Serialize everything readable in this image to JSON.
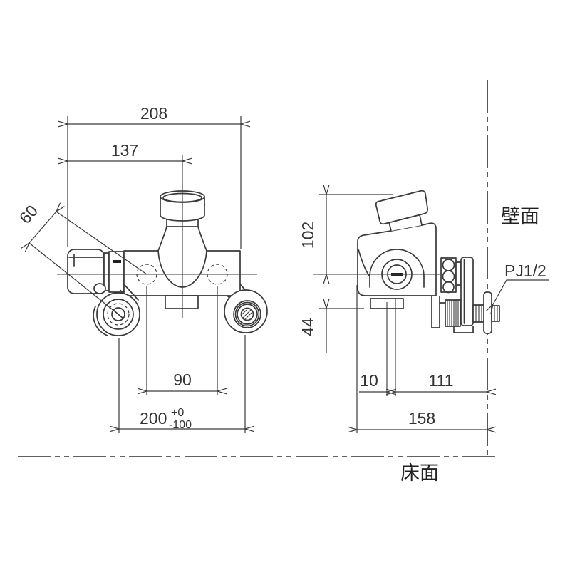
{
  "drawing": {
    "dimensions": {
      "total_width": "208",
      "spout_center_offset": "137",
      "handle_length": "60",
      "inlet_spacing": "90",
      "union_spacing_value": "200",
      "union_spacing_tol_upper": "+0",
      "union_spacing_tol_lower": "-100",
      "height_above_center": "102",
      "outlet_below_center": "44",
      "outlet_offset": "10",
      "center_to_wall": "111",
      "front_to_wall": "158"
    },
    "labels": {
      "thread_spec": "PJ1/2",
      "wall_surface": "壁面",
      "floor_surface": "床面"
    },
    "colors": {
      "line": "#3a3a3a",
      "text": "#333333",
      "background": "#ffffff"
    }
  }
}
